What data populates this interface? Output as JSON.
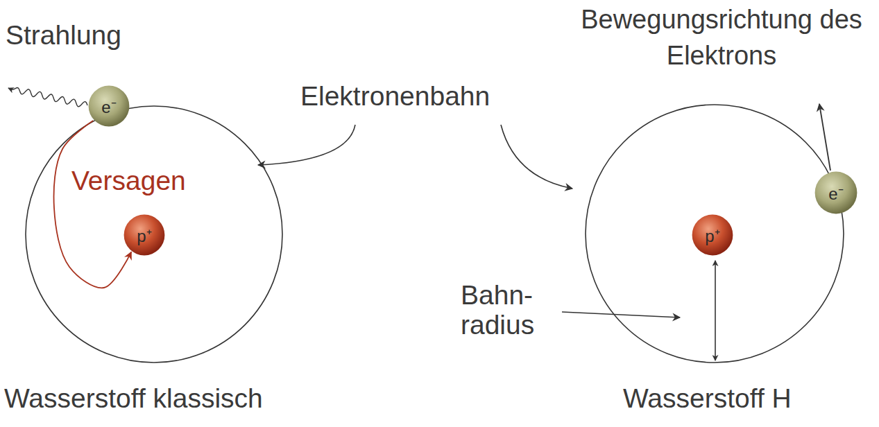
{
  "diagram": {
    "nodes": [
      {
        "text": [
          "e⁻"
        ]
      },
      {
        "text": [
          "p⁺"
        ]
      },
      {
        "text": [
          "e⁻"
        ]
      },
      {
        "text": [
          "p⁺"
        ]
      }
    ],
    "edges": [
      {
        "from": 0,
        "to": 1,
        "label": "Versagen",
        "arrow": "to"
      }
    ],
    "labels": [
      "Strahlung",
      "Elektronenbahn",
      "Bewegungsrichtung des Elektrons",
      "Bahn- radius",
      "Wasserstoff klassisch",
      "Wasserstoff H"
    ]
  }
}
